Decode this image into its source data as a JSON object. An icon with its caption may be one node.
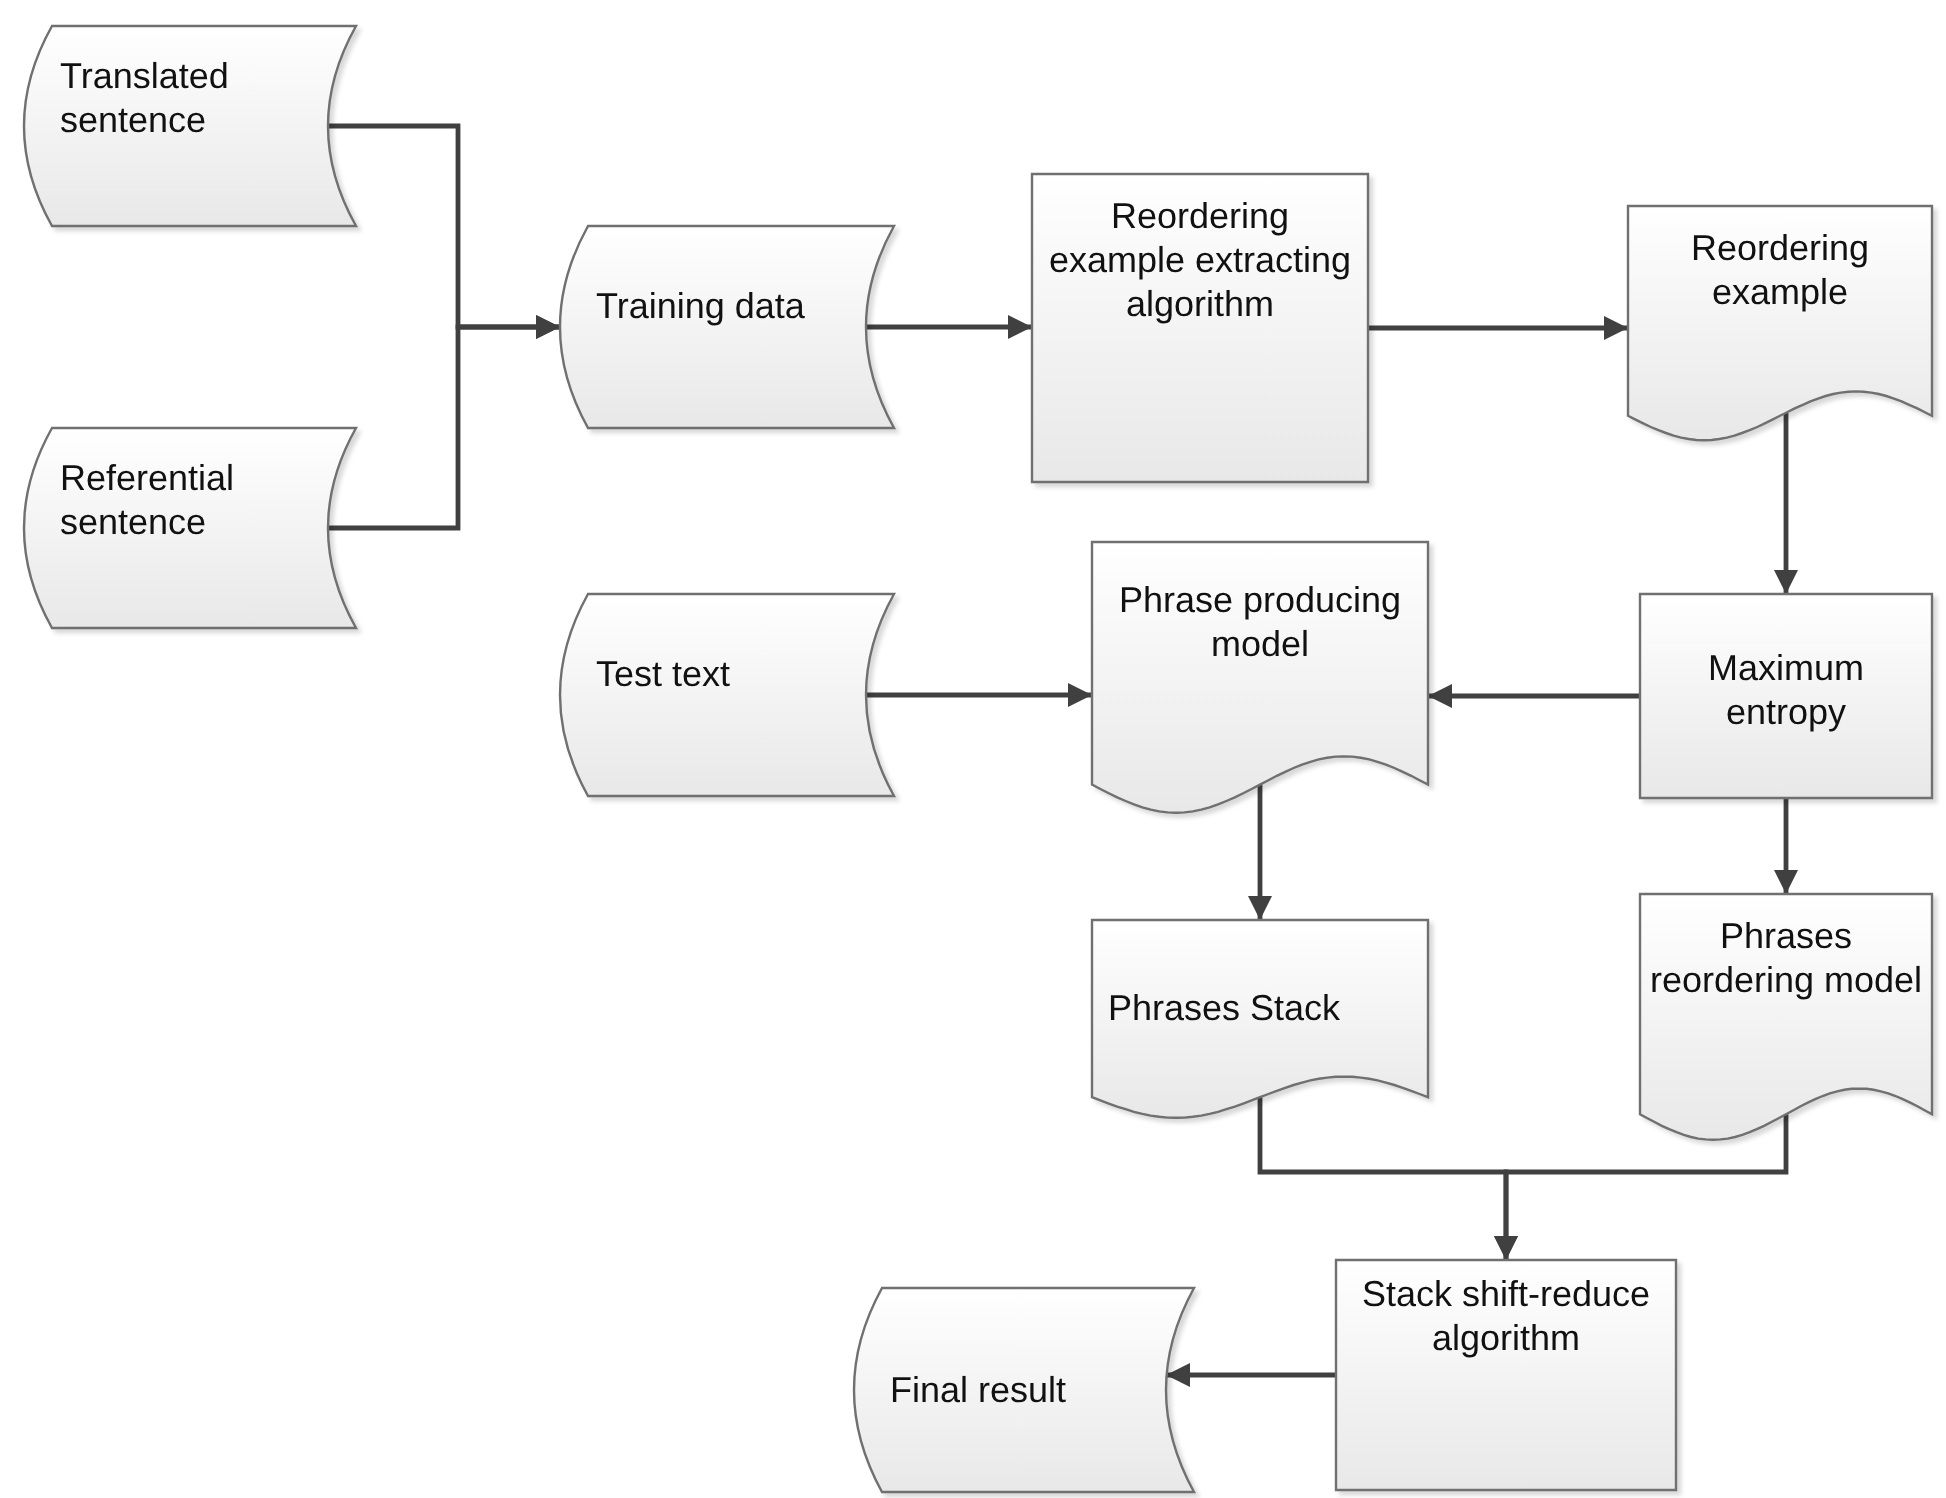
{
  "diagram": {
    "nodes": [
      {
        "text": [
          "Translated sentence"
        ]
      },
      {
        "text": [
          "Referential sentence"
        ]
      },
      {
        "text": [
          "Training data"
        ]
      },
      {
        "text": [
          "Reordering example extracting algorithm"
        ]
      },
      {
        "text": [
          "Reordering example"
        ]
      },
      {
        "text": [
          "Test text"
        ]
      },
      {
        "text": [
          "Phrase producing model"
        ]
      },
      {
        "text": [
          "Maximum entropy"
        ]
      },
      {
        "text": [
          "Phrases Stack"
        ]
      },
      {
        "text": [
          "Phrases reordering model"
        ]
      },
      {
        "text": [
          "Final result"
        ]
      },
      {
        "text": [
          "Stack shift-reduce algorithm"
        ]
      }
    ],
    "edges": [
      {
        "from": 0,
        "to": 2,
        "arrow": "to"
      },
      {
        "from": 1,
        "to": 2,
        "arrow": "to"
      },
      {
        "from": 2,
        "to": 3,
        "arrow": "to"
      },
      {
        "from": 3,
        "to": 4,
        "arrow": "to"
      },
      {
        "from": 4,
        "to": 7,
        "arrow": "to"
      },
      {
        "from": 5,
        "to": 6,
        "arrow": "to"
      },
      {
        "from": 7,
        "to": 6,
        "arrow": "to"
      },
      {
        "from": 6,
        "to": 8,
        "arrow": "to"
      },
      {
        "from": 7,
        "to": 9,
        "arrow": "to"
      },
      {
        "from": 8,
        "to": 11,
        "arrow": "to"
      },
      {
        "from": 9,
        "to": 11,
        "arrow": "to"
      },
      {
        "from": 11,
        "to": 10,
        "arrow": "to"
      }
    ]
  }
}
